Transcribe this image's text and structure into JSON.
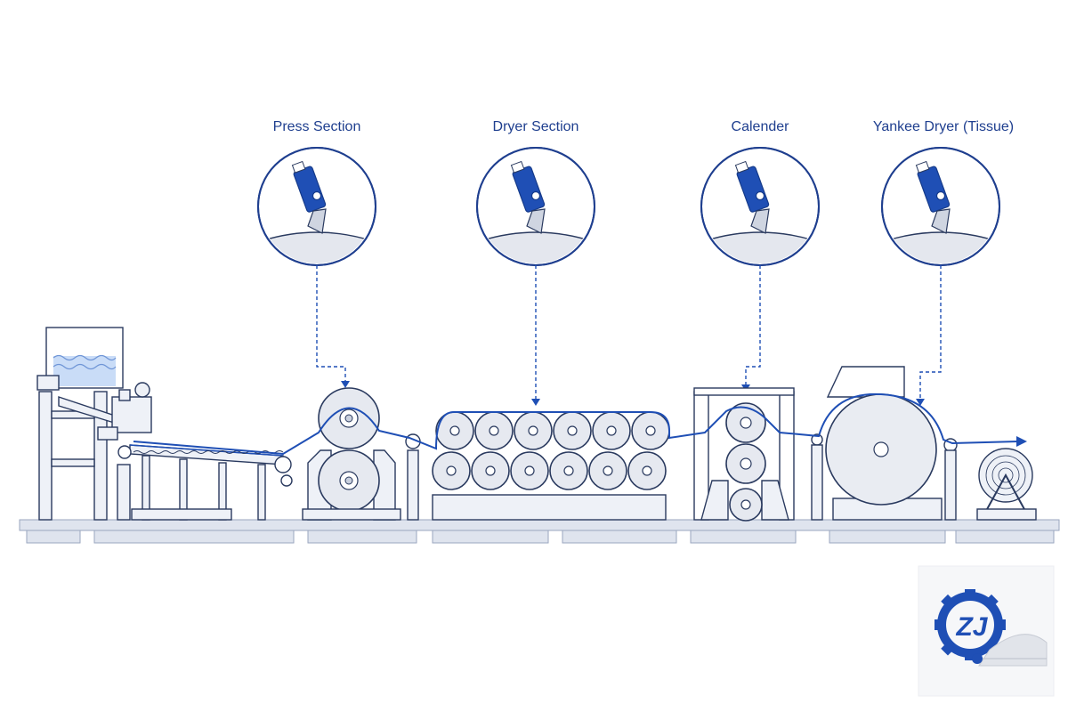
{
  "labels": {
    "press": "Press Section",
    "dryer": "Dryer Section",
    "calender": "Calender",
    "yankee": "Yankee Dryer (Tissue)"
  },
  "logo": {
    "text": "ZJ"
  },
  "colors": {
    "accent": "#1f4fb5",
    "line": "#2a3a5f",
    "base": "#dfe4ee"
  }
}
